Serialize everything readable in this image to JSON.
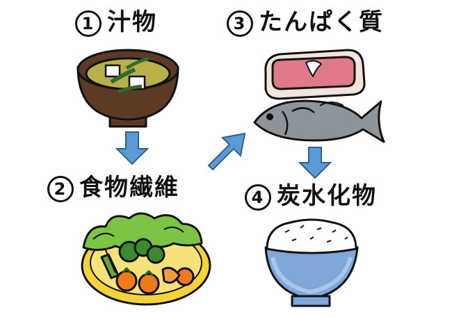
{
  "steps": [
    {
      "num": "1",
      "text": "汁物"
    },
    {
      "num": "3",
      "text": "たんぱく質"
    },
    {
      "num": "2",
      "text": "食物繊維"
    },
    {
      "num": "4",
      "text": "炭水化物"
    }
  ],
  "colors": {
    "arrow": "#5b9bd5",
    "soup_bowl": "#5c3a24",
    "soup": "#b9b04a",
    "meat": "#e07a8b",
    "fish": "#8e959a",
    "rice_bowl": "#7fa7d9",
    "lettuce": "#7cc443",
    "orange": "#f07a1a",
    "plate": "#f4d23a"
  }
}
